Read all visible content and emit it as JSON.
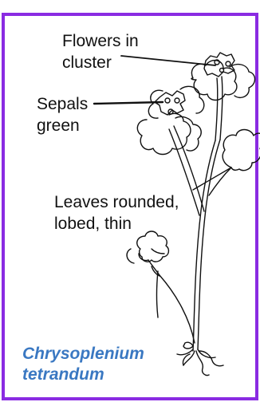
{
  "annotations": {
    "flowers": [
      "Flowers in",
      "cluster"
    ],
    "sepals": [
      "Sepals",
      "green"
    ],
    "leaves": [
      "Leaves rounded,",
      "lobed, thin"
    ]
  },
  "species": {
    "genus": "Chrysoplenium",
    "epithet": "tetrandum"
  },
  "colors": {
    "border": "#8a2be2",
    "caption": "#3a78c2",
    "ink": "#111111"
  }
}
